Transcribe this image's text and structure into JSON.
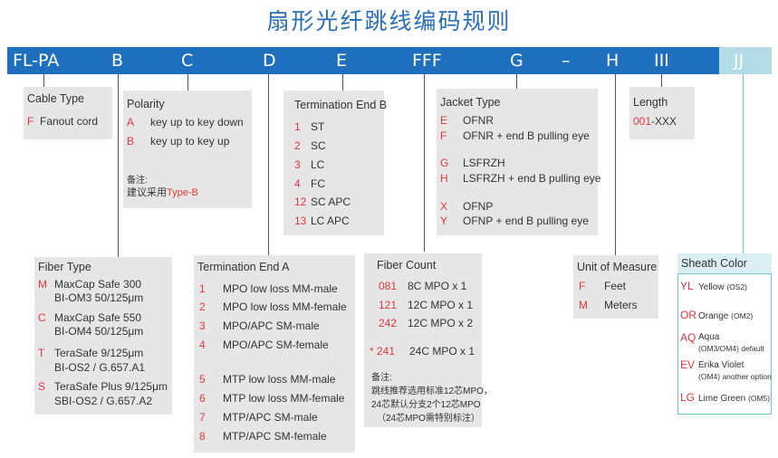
{
  "title": "扇形光纤跳线编码规则",
  "bar": {
    "codes": [
      "FL-PA",
      "B",
      "C",
      "D",
      "E",
      "FFF",
      "G",
      "–",
      "H",
      "III",
      "JJ"
    ]
  },
  "cable_type": {
    "heading": "Cable Type",
    "items": [
      {
        "code": "F",
        "label": "Fanout cord"
      }
    ]
  },
  "polarity": {
    "heading": "Polarity",
    "items": [
      {
        "code": "A",
        "label": "key up to key down"
      },
      {
        "code": "B",
        "label": "key up to key up"
      }
    ],
    "note_label": "备注:",
    "note_prefix": "建议采用",
    "note_value": "Type-B"
  },
  "term_b": {
    "heading": "Termination End B",
    "items": [
      {
        "code": "1",
        "label": "ST"
      },
      {
        "code": "2",
        "label": "SC"
      },
      {
        "code": "3",
        "label": "LC"
      },
      {
        "code": "4",
        "label": "FC"
      },
      {
        "code": "12",
        "label": "SC APC"
      },
      {
        "code": "13",
        "label": "LC APC"
      }
    ]
  },
  "jacket": {
    "heading": "Jacket Type",
    "items": [
      {
        "code": "E",
        "label": "OFNR"
      },
      {
        "code": "F",
        "label": "OFNR + end B pulling eye"
      },
      {
        "code": "G",
        "label": "LSFRZH"
      },
      {
        "code": "H",
        "label": "LSFRZH + end B pulling eye"
      },
      {
        "code": "X",
        "label": "OFNP"
      },
      {
        "code": "Y",
        "label": "OFNP + end B pulling eye"
      }
    ]
  },
  "length": {
    "heading": "Length",
    "code": "001",
    "label": "-XXX"
  },
  "fiber_type": {
    "heading": "Fiber Type",
    "items": [
      {
        "code": "M",
        "line1": "MaxCap Safe 300",
        "line2": "BI-OM3 50/125μm"
      },
      {
        "code": "C",
        "line1": "MaxCap Safe 550",
        "line2": "BI-OM4 50/125μm"
      },
      {
        "code": "T",
        "line1": "TeraSafe 9/125μm",
        "line2": "BI-OS2 / G.657.A1"
      },
      {
        "code": "S",
        "line1": "TeraSafe Plus  9/125μm",
        "line2": "SBI-OS2 / G.657.A2"
      }
    ]
  },
  "term_a": {
    "heading": "Termination End A",
    "items": [
      {
        "code": "1",
        "label": "MPO low loss MM-male"
      },
      {
        "code": "2",
        "label": "MPO low loss MM-female"
      },
      {
        "code": "3",
        "label": "MPO/APC SM-male"
      },
      {
        "code": "4",
        "label": "MPO/APC SM-female"
      },
      {
        "code": "5",
        "label": "MTP low loss MM-male"
      },
      {
        "code": "6",
        "label": "MTP low loss MM-female"
      },
      {
        "code": "7",
        "label": "MTP/APC SM-male"
      },
      {
        "code": "8",
        "label": "MTP/APC SM-female"
      }
    ]
  },
  "fiber_count": {
    "heading": "Fiber Count",
    "items": [
      {
        "code": "081",
        "label": "8C MPO x 1"
      },
      {
        "code": "121",
        "label": "12C MPO x 1"
      },
      {
        "code": "242",
        "label": "12C MPO x 2"
      },
      {
        "code": "* 241",
        "label": "24C MPO x 1"
      }
    ],
    "note_label": "备注:",
    "note_lines": [
      "跳线推荐选用标准12芯MPO，",
      "24芯默认分支2个12芯MPO",
      "（24芯MPO需特别标注）"
    ]
  },
  "unit": {
    "heading": "Unit of Measure",
    "items": [
      {
        "code": "F",
        "label": "Feet"
      },
      {
        "code": "M",
        "label": "Meters"
      }
    ]
  },
  "sheath": {
    "heading": "Sheath Color",
    "items": [
      {
        "code": "YL",
        "name": "Yellow",
        "detail": "(OS2)"
      },
      {
        "code": "OR",
        "name": "Orange",
        "detail": "(OM2)"
      },
      {
        "code": "AQ",
        "name": "Aqua",
        "detail": "(OM3/OM4) default"
      },
      {
        "code": "EV",
        "name": "Erika Violet",
        "detail": "(OM4) another option"
      },
      {
        "code": "LG",
        "name": "Lime Green",
        "detail": "(OM5)"
      }
    ]
  }
}
